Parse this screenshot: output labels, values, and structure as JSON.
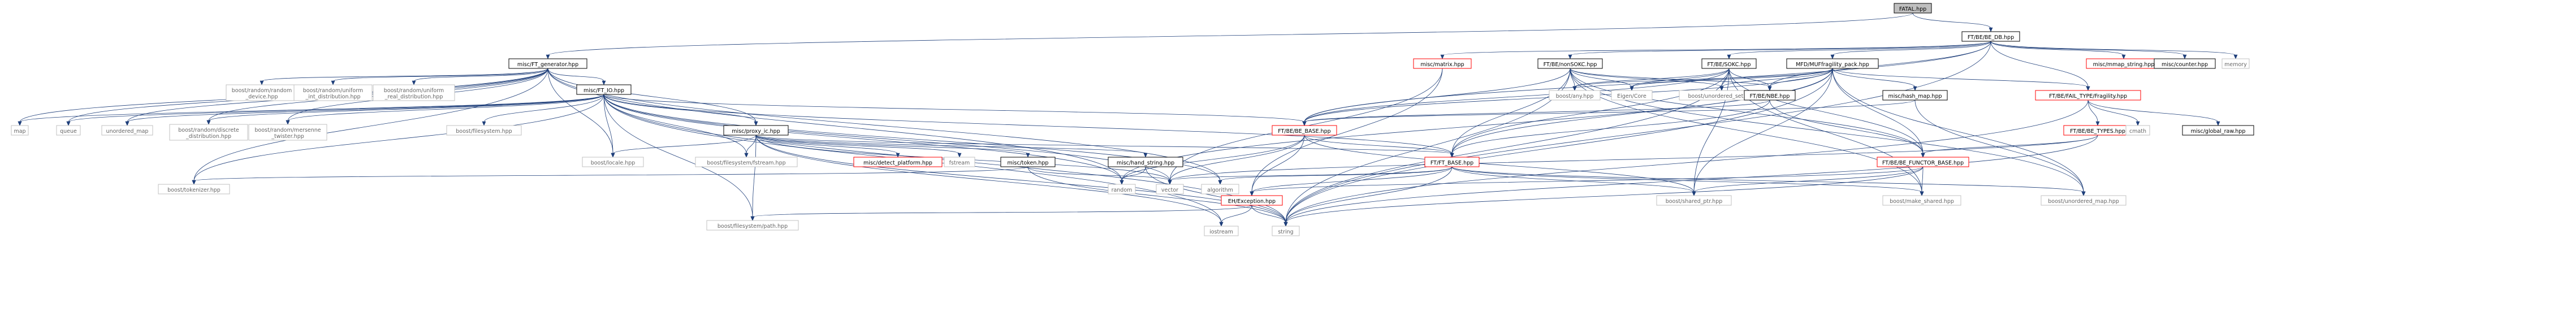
{
  "colors": {
    "edge": "#1f3f7a",
    "node_border": "#000000",
    "node_fill": "#ffffff",
    "root_fill": "#bfbfbf",
    "external_border": "#c0c0c0",
    "missing_border": "#ff0000",
    "external_text": "#666666",
    "text": "#000000"
  },
  "nodes": [
    {
      "id": "fatal",
      "kind": "root",
      "lines": [
        "FATAL.hpp"
      ]
    },
    {
      "id": "be_db",
      "kind": "normal",
      "lines": [
        "FT/BE/BE_DB.hpp"
      ]
    },
    {
      "id": "ft_gen",
      "kind": "normal",
      "lines": [
        "misc/FT_generator.hpp"
      ]
    },
    {
      "id": "matrix",
      "kind": "missing",
      "lines": [
        "misc/matrix.hpp"
      ]
    },
    {
      "id": "nonsokc",
      "kind": "normal",
      "lines": [
        "FT/BE/nonSOKC.hpp"
      ]
    },
    {
      "id": "sokc",
      "kind": "normal",
      "lines": [
        "FT/BE/SOKC.hpp"
      ]
    },
    {
      "id": "fragility",
      "kind": "normal",
      "lines": [
        "MFD/MUFfragility_pack.hpp"
      ]
    },
    {
      "id": "mmap",
      "kind": "missing",
      "lines": [
        "misc/mmap_string.hpp"
      ]
    },
    {
      "id": "counter",
      "kind": "normal",
      "lines": [
        "misc/counter.hpp"
      ]
    },
    {
      "id": "memory",
      "kind": "external",
      "lines": [
        "memory"
      ]
    },
    {
      "id": "rnd_dev",
      "kind": "external",
      "lines": [
        "boost/random/random",
        "_device.hpp"
      ]
    },
    {
      "id": "rnd_uint",
      "kind": "external",
      "lines": [
        "boost/random/uniform",
        "_int_distribution.hpp"
      ]
    },
    {
      "id": "rnd_ureal",
      "kind": "external",
      "lines": [
        "boost/random/uniform",
        "_real_distribution.hpp"
      ]
    },
    {
      "id": "ft_io",
      "kind": "normal",
      "lines": [
        "misc/FT_IO.hpp"
      ]
    },
    {
      "id": "any",
      "kind": "external",
      "lines": [
        "boost/any.hpp"
      ]
    },
    {
      "id": "eigen",
      "kind": "external",
      "lines": [
        "Eigen/Core"
      ]
    },
    {
      "id": "uset",
      "kind": "external",
      "lines": [
        "boost/unordered_set.hpp"
      ]
    },
    {
      "id": "nbe",
      "kind": "normal",
      "lines": [
        "FT/BE/NBE.hpp"
      ]
    },
    {
      "id": "hashmap",
      "kind": "normal",
      "lines": [
        "misc/hash_map.hpp"
      ]
    },
    {
      "id": "fail_frag",
      "kind": "missing",
      "lines": [
        "FT/BE/FAIL_TYPE/Fragility.hpp"
      ]
    },
    {
      "id": "map",
      "kind": "external",
      "lines": [
        "map"
      ]
    },
    {
      "id": "queue",
      "kind": "external",
      "lines": [
        "queue"
      ]
    },
    {
      "id": "umap",
      "kind": "external",
      "lines": [
        "unordered_map"
      ]
    },
    {
      "id": "rnd_disc",
      "kind": "external",
      "lines": [
        "boost/random/discrete",
        "_distribution.hpp"
      ]
    },
    {
      "id": "rnd_mt",
      "kind": "external",
      "lines": [
        "boost/random/mersenne",
        "_twister.hpp"
      ]
    },
    {
      "id": "fs",
      "kind": "external",
      "lines": [
        "boost/filesystem.hpp"
      ]
    },
    {
      "id": "proxy",
      "kind": "normal",
      "lines": [
        "misc/proxy_ic.hpp"
      ]
    },
    {
      "id": "be_base",
      "kind": "missing",
      "lines": [
        "FT/BE/BE_BASE.hpp"
      ]
    },
    {
      "id": "be_types",
      "kind": "missing",
      "lines": [
        "FT/BE/BE_TYPES.hpp"
      ]
    },
    {
      "id": "cmath",
      "kind": "external",
      "lines": [
        "cmath"
      ]
    },
    {
      "id": "glraw",
      "kind": "normal",
      "lines": [
        "misc/global_raw.hpp"
      ]
    },
    {
      "id": "locale",
      "kind": "external",
      "lines": [
        "boost/locale.hpp"
      ]
    },
    {
      "id": "fsstream",
      "kind": "external",
      "lines": [
        "boost/filesystem/fstream.hpp"
      ]
    },
    {
      "id": "detect",
      "kind": "missing",
      "lines": [
        "misc/detect_platform.hpp"
      ]
    },
    {
      "id": "fstream",
      "kind": "external",
      "lines": [
        "fstream"
      ]
    },
    {
      "id": "token",
      "kind": "normal",
      "lines": [
        "misc/token.hpp"
      ]
    },
    {
      "id": "hstr",
      "kind": "normal",
      "lines": [
        "misc/hand_string.hpp"
      ]
    },
    {
      "id": "ft_base",
      "kind": "missing",
      "lines": [
        "FT/FT_BASE.hpp"
      ]
    },
    {
      "id": "functor",
      "kind": "missing",
      "lines": [
        "FT/BE/BE_FUNCTOR_BASE.hpp"
      ]
    },
    {
      "id": "tokenizer",
      "kind": "external",
      "lines": [
        "boost/tokenizer.hpp"
      ]
    },
    {
      "id": "random",
      "kind": "external",
      "lines": [
        "random"
      ]
    },
    {
      "id": "vector",
      "kind": "external",
      "lines": [
        "vector"
      ]
    },
    {
      "id": "algorithm",
      "kind": "external",
      "lines": [
        "algorithm"
      ]
    },
    {
      "id": "ehexc",
      "kind": "missing",
      "lines": [
        "EH/Exception.hpp"
      ]
    },
    {
      "id": "shptr",
      "kind": "external",
      "lines": [
        "boost/shared_ptr.hpp"
      ]
    },
    {
      "id": "mkshared",
      "kind": "external",
      "lines": [
        "boost/make_shared.hpp"
      ]
    },
    {
      "id": "umaphpp",
      "kind": "external",
      "lines": [
        "boost/unordered_map.hpp"
      ]
    },
    {
      "id": "fspath",
      "kind": "external",
      "lines": [
        "boost/filesystem/path.hpp"
      ]
    },
    {
      "id": "iostream",
      "kind": "external",
      "lines": [
        "iostream"
      ]
    },
    {
      "id": "string",
      "kind": "external",
      "lines": [
        "string"
      ]
    }
  ],
  "edges": [
    [
      "fatal",
      "be_db"
    ],
    [
      "fatal",
      "ft_gen"
    ],
    [
      "be_db",
      "matrix"
    ],
    [
      "be_db",
      "nonsokc"
    ],
    [
      "be_db",
      "sokc"
    ],
    [
      "be_db",
      "fragility"
    ],
    [
      "be_db",
      "mmap"
    ],
    [
      "be_db",
      "counter"
    ],
    [
      "be_db",
      "memory"
    ],
    [
      "be_db",
      "nbe"
    ],
    [
      "be_db",
      "be_base"
    ],
    [
      "be_db",
      "fail_frag"
    ],
    [
      "be_db",
      "string"
    ],
    [
      "ft_gen",
      "rnd_dev"
    ],
    [
      "ft_gen",
      "rnd_uint"
    ],
    [
      "ft_gen",
      "rnd_ureal"
    ],
    [
      "ft_gen",
      "ft_io"
    ],
    [
      "ft_gen",
      "map"
    ],
    [
      "ft_gen",
      "queue"
    ],
    [
      "ft_gen",
      "umap"
    ],
    [
      "ft_gen",
      "rnd_disc"
    ],
    [
      "ft_gen",
      "rnd_mt"
    ],
    [
      "ft_gen",
      "proxy"
    ],
    [
      "ft_gen",
      "locale"
    ],
    [
      "ft_gen",
      "tokenizer"
    ],
    [
      "ft_gen",
      "algorithm"
    ],
    [
      "ft_gen",
      "random"
    ],
    [
      "matrix",
      "vector"
    ],
    [
      "matrix",
      "ehexc"
    ],
    [
      "nonsokc",
      "any"
    ],
    [
      "nonsokc",
      "eigen"
    ],
    [
      "nonsokc",
      "uset"
    ],
    [
      "nonsokc",
      "nbe"
    ],
    [
      "nonsokc",
      "be_base"
    ],
    [
      "nonsokc",
      "ft_base"
    ],
    [
      "nonsokc",
      "functor"
    ],
    [
      "nonsokc",
      "string"
    ],
    [
      "nonsokc",
      "mkshared"
    ],
    [
      "nonsokc",
      "umaphpp"
    ],
    [
      "sokc",
      "any"
    ],
    [
      "sokc",
      "eigen"
    ],
    [
      "sokc",
      "uset"
    ],
    [
      "sokc",
      "nbe"
    ],
    [
      "sokc",
      "be_base"
    ],
    [
      "sokc",
      "ft_base"
    ],
    [
      "sokc",
      "functor"
    ],
    [
      "sokc",
      "shptr"
    ],
    [
      "sokc",
      "mkshared"
    ],
    [
      "sokc",
      "string"
    ],
    [
      "fragility",
      "any"
    ],
    [
      "fragility",
      "eigen"
    ],
    [
      "fragility",
      "uset"
    ],
    [
      "fragility",
      "nbe"
    ],
    [
      "fragility",
      "hashmap"
    ],
    [
      "fragility",
      "fail_frag"
    ],
    [
      "fragility",
      "be_base"
    ],
    [
      "fragility",
      "ft_base"
    ],
    [
      "fragility",
      "functor"
    ],
    [
      "fragility",
      "umaphpp"
    ],
    [
      "fragility",
      "string"
    ],
    [
      "fragility",
      "random"
    ],
    [
      "fragility",
      "shptr"
    ],
    [
      "ft_io",
      "map"
    ],
    [
      "ft_io",
      "queue"
    ],
    [
      "ft_io",
      "umap"
    ],
    [
      "ft_io",
      "rnd_disc"
    ],
    [
      "ft_io",
      "rnd_mt"
    ],
    [
      "ft_io",
      "fs"
    ],
    [
      "ft_io",
      "proxy"
    ],
    [
      "ft_io",
      "be_base"
    ],
    [
      "ft_io",
      "locale"
    ],
    [
      "ft_io",
      "fsstream"
    ],
    [
      "ft_io",
      "tokenizer"
    ],
    [
      "ft_io",
      "random"
    ],
    [
      "ft_io",
      "vector"
    ],
    [
      "ft_io",
      "algorithm"
    ],
    [
      "ft_io",
      "fspath"
    ],
    [
      "ft_io",
      "iostream"
    ],
    [
      "ft_io",
      "string"
    ],
    [
      "ft_io",
      "ft_base"
    ],
    [
      "nbe",
      "be_base"
    ],
    [
      "nbe",
      "ft_base"
    ],
    [
      "nbe",
      "functor"
    ],
    [
      "hashmap",
      "umaphpp"
    ],
    [
      "hashmap",
      "be_base"
    ],
    [
      "fail_frag",
      "be_types"
    ],
    [
      "fail_frag",
      "cmath"
    ],
    [
      "fail_frag",
      "glraw"
    ],
    [
      "fail_frag",
      "string"
    ],
    [
      "proxy",
      "locale"
    ],
    [
      "proxy",
      "fsstream"
    ],
    [
      "proxy",
      "detect"
    ],
    [
      "proxy",
      "fstream"
    ],
    [
      "proxy",
      "token"
    ],
    [
      "proxy",
      "hstr"
    ],
    [
      "proxy",
      "ft_base"
    ],
    [
      "proxy",
      "fspath"
    ],
    [
      "proxy",
      "vector"
    ],
    [
      "proxy",
      "string"
    ],
    [
      "proxy",
      "iostream"
    ],
    [
      "be_base",
      "ft_base"
    ],
    [
      "be_base",
      "random"
    ],
    [
      "be_base",
      "vector"
    ],
    [
      "be_base",
      "ehexc"
    ],
    [
      "be_base",
      "shptr"
    ],
    [
      "be_types",
      "functor"
    ],
    [
      "be_types",
      "vector"
    ],
    [
      "be_types",
      "string"
    ],
    [
      "token",
      "tokenizer"
    ],
    [
      "token",
      "vector"
    ],
    [
      "token",
      "string"
    ],
    [
      "hstr",
      "random"
    ],
    [
      "hstr",
      "string"
    ],
    [
      "ft_base",
      "vector"
    ],
    [
      "ft_base",
      "algorithm"
    ],
    [
      "ft_base",
      "ehexc"
    ],
    [
      "ft_base",
      "shptr"
    ],
    [
      "ft_base",
      "mkshared"
    ],
    [
      "ft_base",
      "umaphpp"
    ],
    [
      "ft_base",
      "string"
    ],
    [
      "functor",
      "shptr"
    ],
    [
      "functor",
      "mkshared"
    ],
    [
      "functor",
      "ehexc"
    ],
    [
      "functor",
      "string"
    ],
    [
      "ehexc",
      "iostream"
    ],
    [
      "ehexc",
      "string"
    ],
    [
      "ehexc",
      "fspath"
    ]
  ]
}
